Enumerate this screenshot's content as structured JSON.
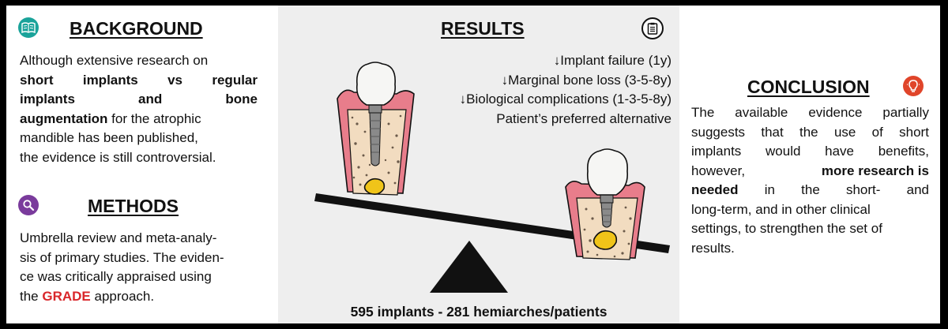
{
  "background": {
    "title": "BACKGROUND",
    "icon": "book-icon",
    "icon_color": "#1aa39a",
    "lines": [
      {
        "parts": [
          {
            "t": "Although extensive research on"
          }
        ]
      },
      {
        "justify": true,
        "parts": [
          {
            "t": "short",
            "b": true
          },
          {
            "t": "implants",
            "b": true
          },
          {
            "t": "vs",
            "b": true
          },
          {
            "t": "regular",
            "b": true
          }
        ]
      },
      {
        "justify": true,
        "parts": [
          {
            "t": "implants",
            "b": true
          },
          {
            "t": "and",
            "b": true
          },
          {
            "t": "bone",
            "b": true
          }
        ]
      },
      {
        "parts": [
          {
            "t": "augmentation",
            "b": true
          },
          {
            "t": " for the atrophic"
          }
        ]
      },
      {
        "parts": [
          {
            "t": "mandible has been published,"
          }
        ]
      },
      {
        "parts": [
          {
            "t": "the evidence is still controversial."
          }
        ]
      }
    ]
  },
  "methods": {
    "title": "METHODS",
    "icon": "magnifier-icon",
    "icon_color": "#7a3b9c",
    "lines": [
      {
        "parts": [
          {
            "t": "Umbrella review and meta-analy-"
          }
        ]
      },
      {
        "parts": [
          {
            "t": "sis of primary studies. The eviden-"
          }
        ]
      },
      {
        "parts": [
          {
            "t": "ce was critically appraised using"
          }
        ]
      },
      {
        "parts": [
          {
            "t": "the "
          },
          {
            "t": "GRADE",
            "red": true
          },
          {
            "t": " approach."
          }
        ]
      }
    ]
  },
  "results": {
    "title": "RESULTS",
    "icon": "clipboard-icon",
    "items": [
      "↓Implant failure (1y)",
      "↓Marginal bone loss (3-5-8y)",
      "↓Biological complications (1-3-5-8y)",
      "Patient’s preferred alternative"
    ],
    "footer": "595 implants - 281 hemiarches/patients"
  },
  "conclusion": {
    "title": "CONCLUSION",
    "icon": "lightbulb-icon",
    "icon_color": "#e0452a",
    "lines": [
      {
        "justify": true,
        "parts": [
          {
            "t": "The"
          },
          {
            "t": "available"
          },
          {
            "t": "evidence"
          },
          {
            "t": "partially"
          }
        ]
      },
      {
        "justify": true,
        "parts": [
          {
            "t": "suggests"
          },
          {
            "t": "that"
          },
          {
            "t": "the"
          },
          {
            "t": "use"
          },
          {
            "t": "of"
          },
          {
            "t": "short"
          }
        ]
      },
      {
        "justify": true,
        "parts": [
          {
            "t": "implants"
          },
          {
            "t": "would"
          },
          {
            "t": "have"
          },
          {
            "t": "benefits,"
          }
        ]
      },
      {
        "justify": true,
        "parts": [
          {
            "t": "however,"
          },
          {
            "t": "more research is",
            "b": true
          }
        ]
      },
      {
        "justify": true,
        "parts": [
          {
            "t": "needed",
            "b": true
          },
          {
            "t": "in"
          },
          {
            "t": "the"
          },
          {
            "t": "short-"
          },
          {
            "t": "and"
          }
        ]
      },
      {
        "parts": [
          {
            "t": "long-term, and in other clinical"
          }
        ]
      },
      {
        "parts": [
          {
            "t": "settings, to strengthen the set of"
          }
        ]
      },
      {
        "parts": [
          {
            "t": "results."
          }
        ]
      }
    ]
  },
  "colors": {
    "gum": "#e87d8b",
    "bone": "#f2dcc0",
    "marrow": "#f0c419",
    "crown": "#f6f6f4",
    "implant": "#8a8a8a",
    "seesaw": "#111111"
  }
}
